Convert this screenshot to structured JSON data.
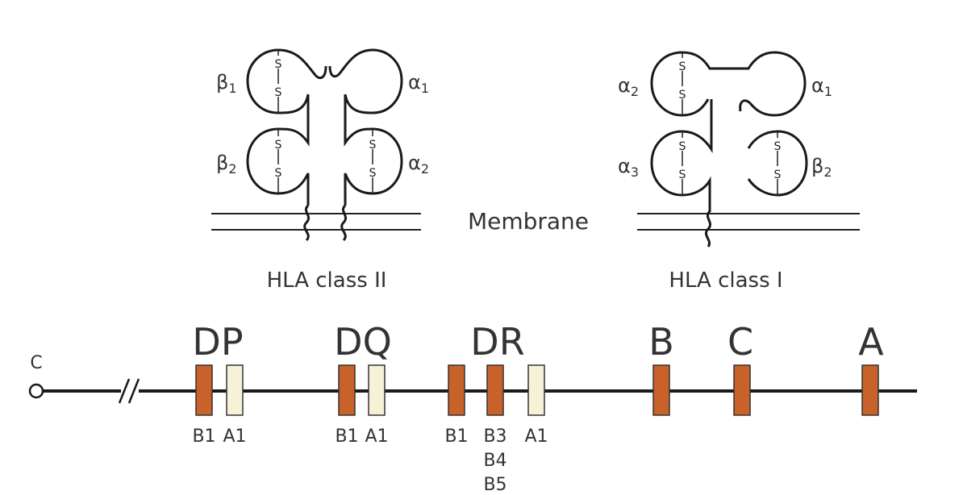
{
  "class2": {
    "title": "HLA class II",
    "labels": {
      "b1": "β",
      "b1_sub": "1",
      "b2": "β",
      "b2_sub": "2",
      "a1": "α",
      "a1_sub": "1",
      "a2": "α",
      "a2_sub": "2"
    }
  },
  "class1": {
    "title": "HLA class I",
    "labels": {
      "a2": "α",
      "a2_sub": "2",
      "a1": "α",
      "a1_sub": "1",
      "a3": "α",
      "a3_sub": "3",
      "b2": "β",
      "b2_sub": "2"
    }
  },
  "membrane_label": "Membrane",
  "disulfide": "S",
  "chromosome": {
    "end_label": "C",
    "colors": {
      "beta": "#c8612a",
      "alpha": "#f6f2d8"
    },
    "regions": [
      {
        "name": "DP",
        "genes": [
          {
            "label": "B1",
            "type": "beta"
          },
          {
            "label": "A1",
            "type": "alpha"
          }
        ]
      },
      {
        "name": "DQ",
        "genes": [
          {
            "label": "B1",
            "type": "beta"
          },
          {
            "label": "A1",
            "type": "alpha"
          }
        ]
      },
      {
        "name": "DR",
        "genes": [
          {
            "label": "B1",
            "type": "beta"
          },
          {
            "label": "B3\nB4\nB5",
            "type": "beta"
          },
          {
            "label": "A1",
            "type": "alpha"
          }
        ]
      },
      {
        "name": "B",
        "genes": [
          {
            "label": "",
            "type": "beta"
          }
        ]
      },
      {
        "name": "C",
        "genes": [
          {
            "label": "",
            "type": "beta"
          }
        ]
      },
      {
        "name": "A",
        "genes": [
          {
            "label": "",
            "type": "beta"
          }
        ]
      }
    ]
  }
}
